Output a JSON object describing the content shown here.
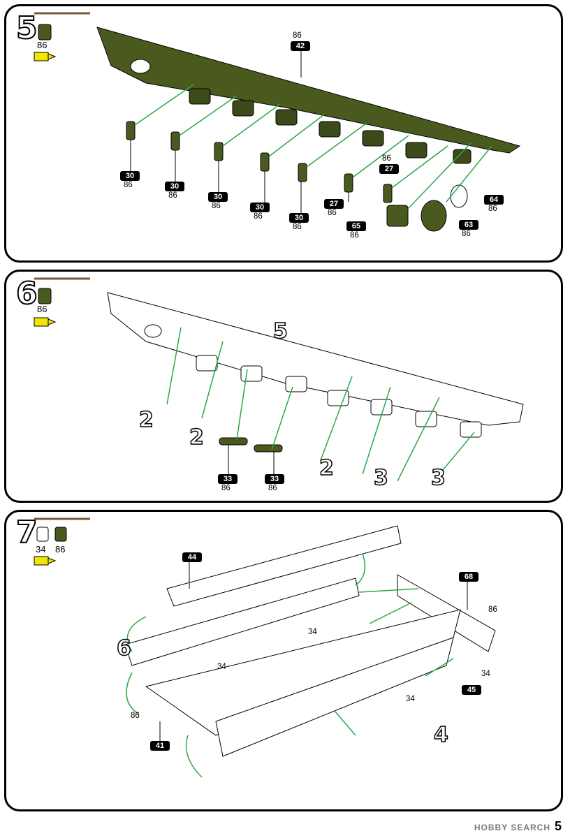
{
  "steps": [
    {
      "number": "5",
      "paints": [
        "86"
      ],
      "tags": {
        "part_42": "42",
        "part_30": "30",
        "part_27": "27",
        "part_65": "65",
        "part_63": "63",
        "part_64": "64"
      },
      "color_ref": "86"
    },
    {
      "number": "6",
      "paints": [
        "86"
      ],
      "assembly_labels": [
        "5",
        "2",
        "2",
        "2",
        "3",
        "3"
      ],
      "tags": {
        "part_33": "33"
      },
      "color_ref": "86"
    },
    {
      "number": "7",
      "paints": [
        "34",
        "86"
      ],
      "assembly_labels": [
        "6",
        "4"
      ],
      "tags": {
        "part_44": "44",
        "part_68": "68",
        "part_45": "45",
        "part_41": "41"
      },
      "color_refs": [
        "34",
        "86"
      ]
    }
  ],
  "footer": {
    "brand": "HOBBY SEARCH",
    "page": "5"
  },
  "colors": {
    "olive": "#4a5a1f",
    "green_arrow": "#2aa84a",
    "glue": "#f2e600"
  }
}
